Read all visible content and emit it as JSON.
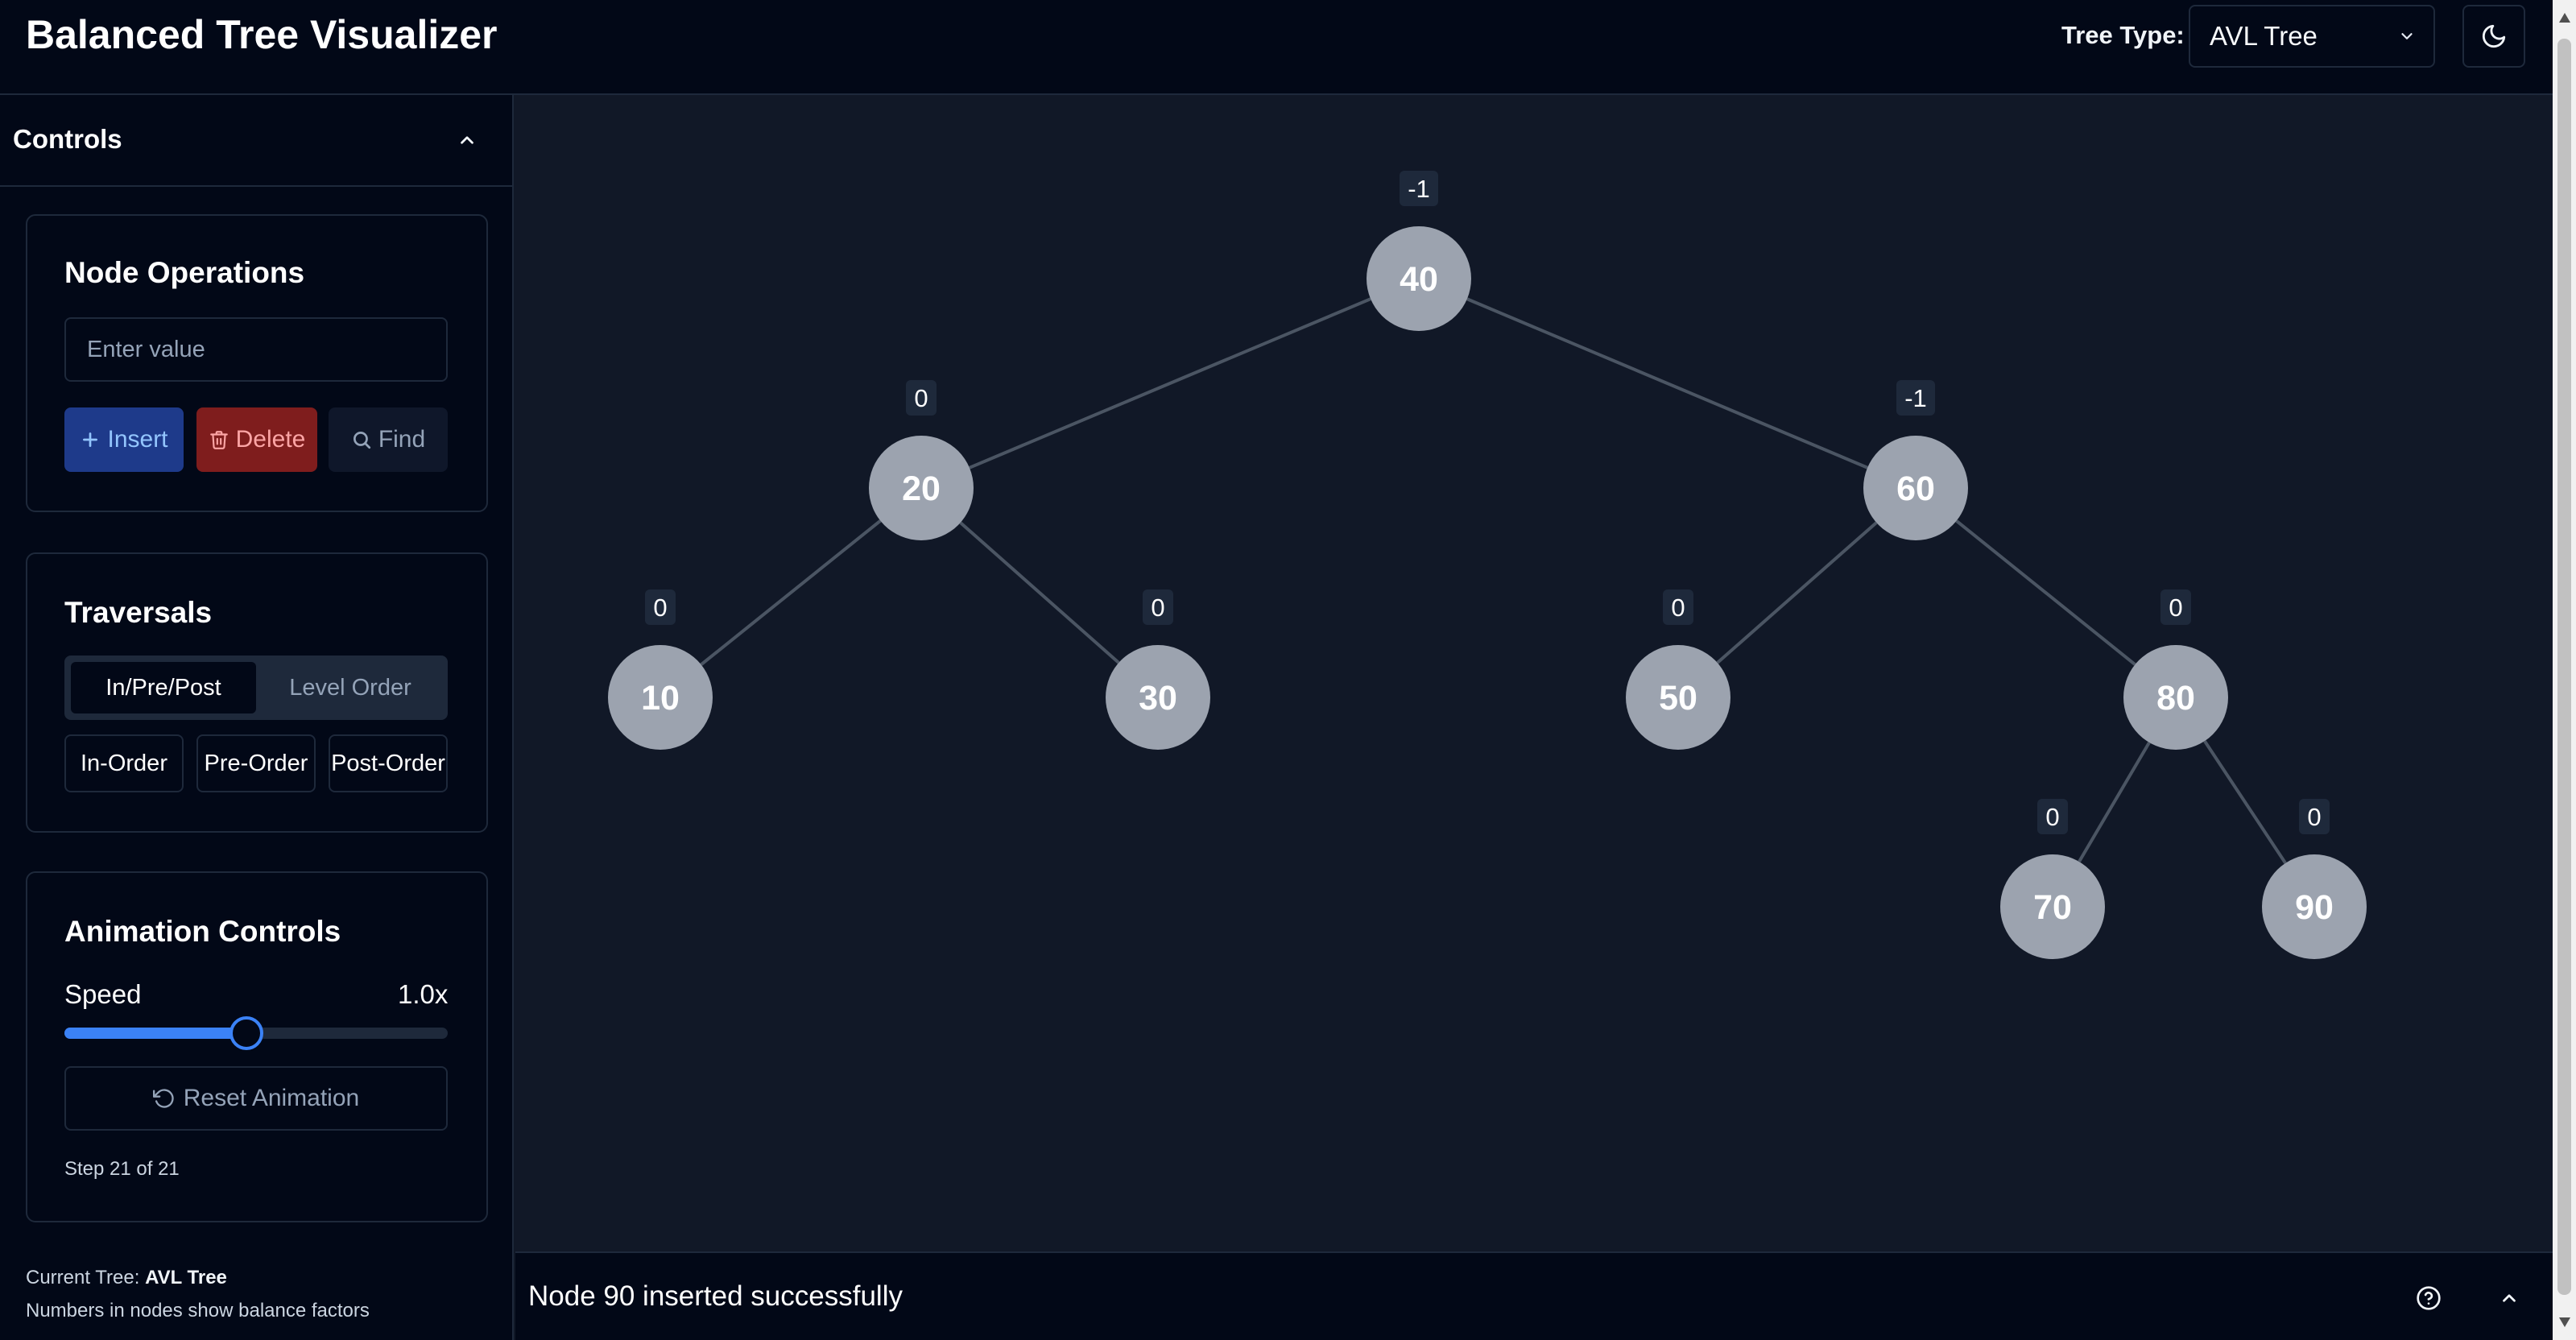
{
  "header": {
    "title": "Balanced Tree Visualizer",
    "tree_type_label": "Tree Type:",
    "tree_type_value": "AVL Tree",
    "theme_icon": "moon-icon"
  },
  "sidebar": {
    "title": "Controls",
    "node_operations": {
      "title": "Node Operations",
      "input_placeholder": "Enter value",
      "input_value": "",
      "insert_label": "Insert",
      "delete_label": "Delete",
      "find_label": "Find"
    },
    "traversals": {
      "title": "Traversals",
      "tabs": [
        "In/Pre/Post",
        "Level Order"
      ],
      "active_tab": "In/Pre/Post",
      "buttons": [
        "In-Order",
        "Pre-Order",
        "Post-Order"
      ]
    },
    "animation": {
      "title": "Animation Controls",
      "speed_label": "Speed",
      "speed_value": "1.0x",
      "speed_fraction": 0.475,
      "reset_label": "Reset Animation",
      "step_text": "Step 21 of 21"
    },
    "footer": {
      "current_tree_label": "Current Tree:",
      "current_tree_value": "AVL Tree",
      "note": "Numbers in nodes show balance factors"
    }
  },
  "tree": {
    "nodes": [
      {
        "value": "40",
        "balance": "-1"
      },
      {
        "value": "20",
        "balance": "0"
      },
      {
        "value": "60",
        "balance": "-1"
      },
      {
        "value": "10",
        "balance": "0"
      },
      {
        "value": "30",
        "balance": "0"
      },
      {
        "value": "50",
        "balance": "0"
      },
      {
        "value": "80",
        "balance": "0"
      },
      {
        "value": "70",
        "balance": "0"
      },
      {
        "value": "90",
        "balance": "0"
      }
    ],
    "edges": [
      [
        "40",
        "20"
      ],
      [
        "40",
        "60"
      ],
      [
        "20",
        "10"
      ],
      [
        "20",
        "30"
      ],
      [
        "60",
        "50"
      ],
      [
        "60",
        "80"
      ],
      [
        "80",
        "70"
      ],
      [
        "80",
        "90"
      ]
    ]
  },
  "status": {
    "message": "Node 90 inserted successfully"
  },
  "colors": {
    "node_fill": "#9ca3af",
    "edge": "#4b5563",
    "accent": "#3b82f6",
    "insert_bg": "#1e3a8a",
    "delete_bg": "#7f1d1d"
  }
}
